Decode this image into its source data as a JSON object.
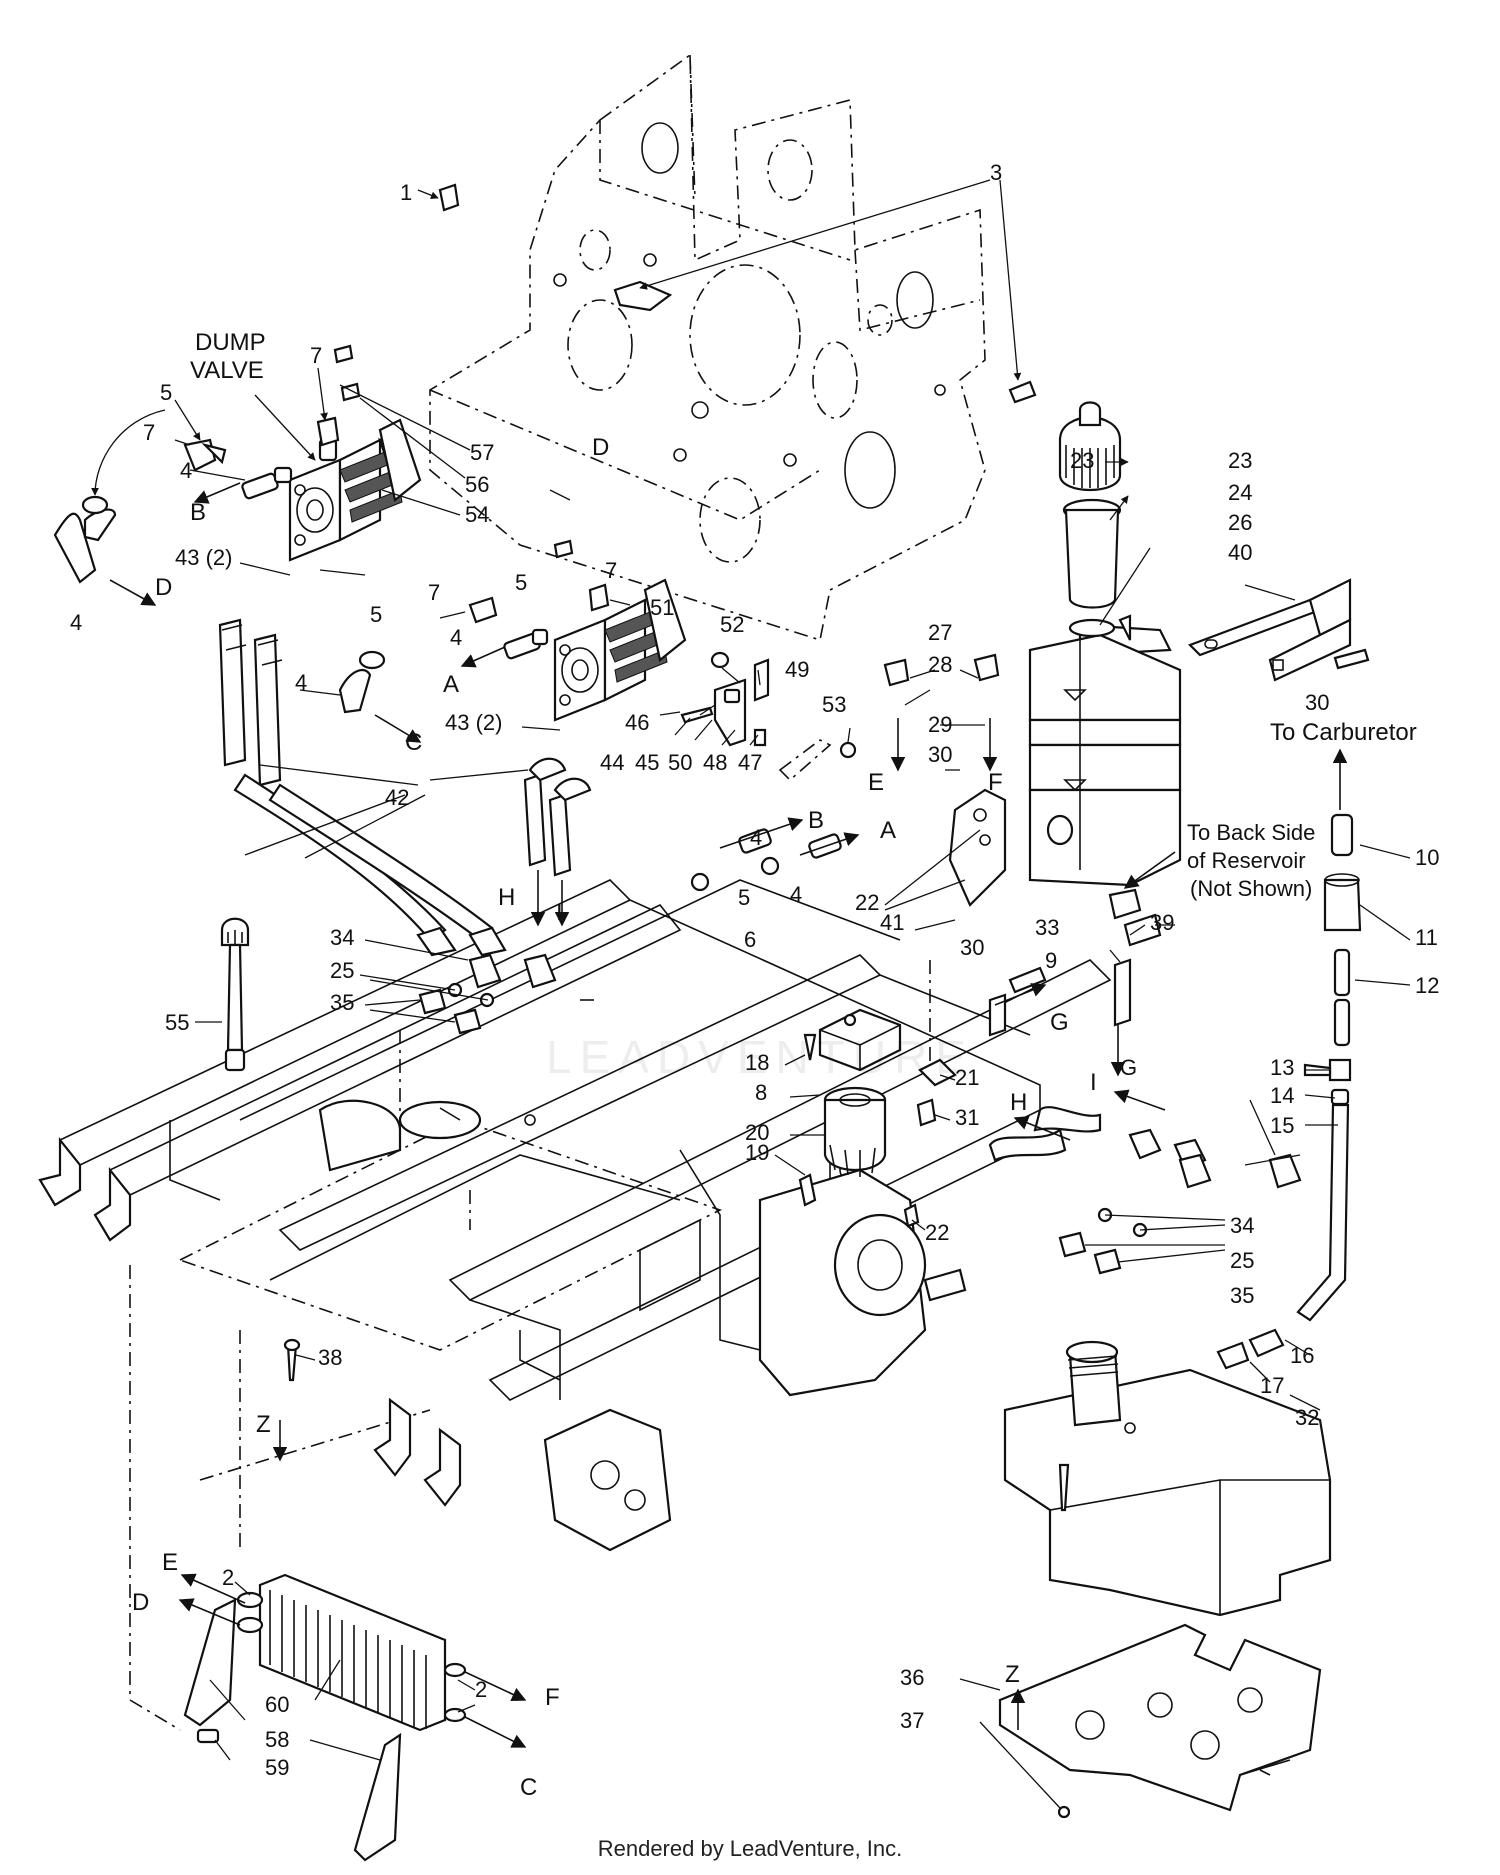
{
  "diagram": {
    "labels": {
      "dump_valve_line1": "DUMP",
      "dump_valve_line2": "VALVE",
      "to_carburetor": "To Carburetor",
      "back_side_line1": "To Back Side",
      "back_side_line2": "of Reservoir",
      "back_side_line3": "(Not Shown)",
      "qty_43_left": "43 (2)",
      "qty_43_right": "43 (2)"
    },
    "letters": {
      "A": "A",
      "B": "B",
      "C": "C",
      "D": "D",
      "E": "E",
      "F": "F",
      "G": "G",
      "H": "H",
      "I": "I",
      "Z": "Z"
    },
    "parts": {
      "p1": "1",
      "p2": "2",
      "p3": "3",
      "p4": "4",
      "p5": "5",
      "p6": "6",
      "p7": "7",
      "p8": "8",
      "p9": "9",
      "p10": "10",
      "p11": "11",
      "p12": "12",
      "p13": "13",
      "p14": "14",
      "p15": "15",
      "p16": "16",
      "p17": "17",
      "p18": "18",
      "p19": "19",
      "p20": "20",
      "p21": "21",
      "p22": "22",
      "p23": "23",
      "p24": "24",
      "p25": "25",
      "p26": "26",
      "p27": "27",
      "p28": "28",
      "p29": "29",
      "p30": "30",
      "p31": "31",
      "p32": "32",
      "p33": "33",
      "p34": "34",
      "p35": "35",
      "p36": "36",
      "p37": "37",
      "p38": "38",
      "p39": "39",
      "p40": "40",
      "p41": "41",
      "p42": "42",
      "p44": "44",
      "p45": "45",
      "p46": "46",
      "p47": "47",
      "p48": "48",
      "p49": "49",
      "p50": "50",
      "p51": "51",
      "p52": "52",
      "p53": "53",
      "p54": "54",
      "p55": "55",
      "p56": "56",
      "p57": "57",
      "p58": "58",
      "p59": "59",
      "p60": "60"
    }
  },
  "watermark": "LEADVENTURE",
  "footer": {
    "credit": "Rendered by LeadVenture, Inc."
  }
}
